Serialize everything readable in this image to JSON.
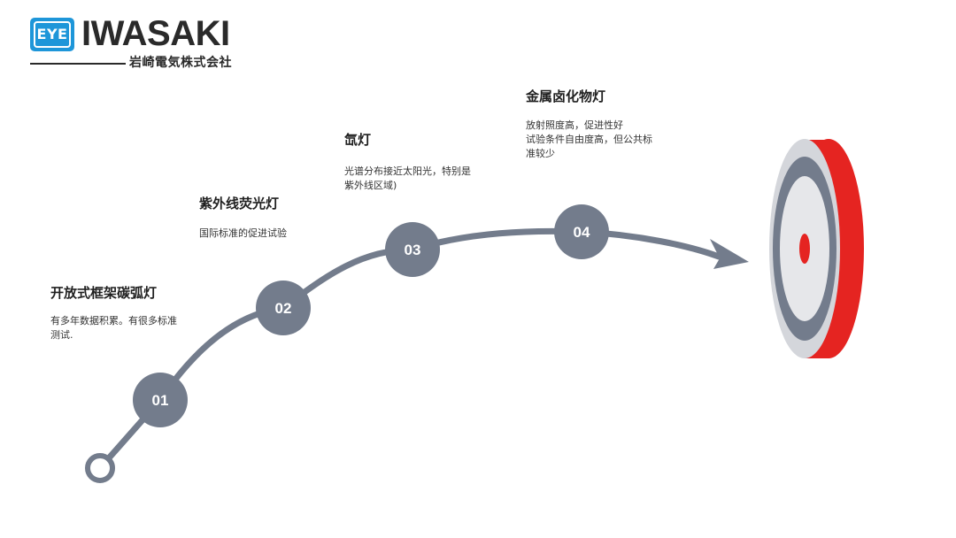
{
  "brand": {
    "badge_text": "EYE",
    "name": "IWASAKI",
    "subtitle": "岩崎電気株式会社",
    "colors": {
      "badge": "#1e96d9",
      "text": "#2a2a2a"
    }
  },
  "timeline": {
    "colors": {
      "path": "#737c8c",
      "node": "#737c8c",
      "target_red": "#e52421",
      "target_light": "#e6e7ea",
      "target_gray": "#737c8c"
    },
    "steps": [
      {
        "num": "01",
        "title": "开放式框架碳弧灯",
        "desc": "有多年数据积累。有很多标准\n测试."
      },
      {
        "num": "02",
        "title": "紫外线荧光灯",
        "desc": "国际标准的促进试验"
      },
      {
        "num": "03",
        "title": "氙灯",
        "desc": "光谱分布接近太阳光，特别是\n紫外线区域)"
      },
      {
        "num": "04",
        "title": "金属卤化物灯",
        "desc": "放射照度高，促进性好\n试验条件自由度高，但公共标\n准较少"
      }
    ]
  }
}
